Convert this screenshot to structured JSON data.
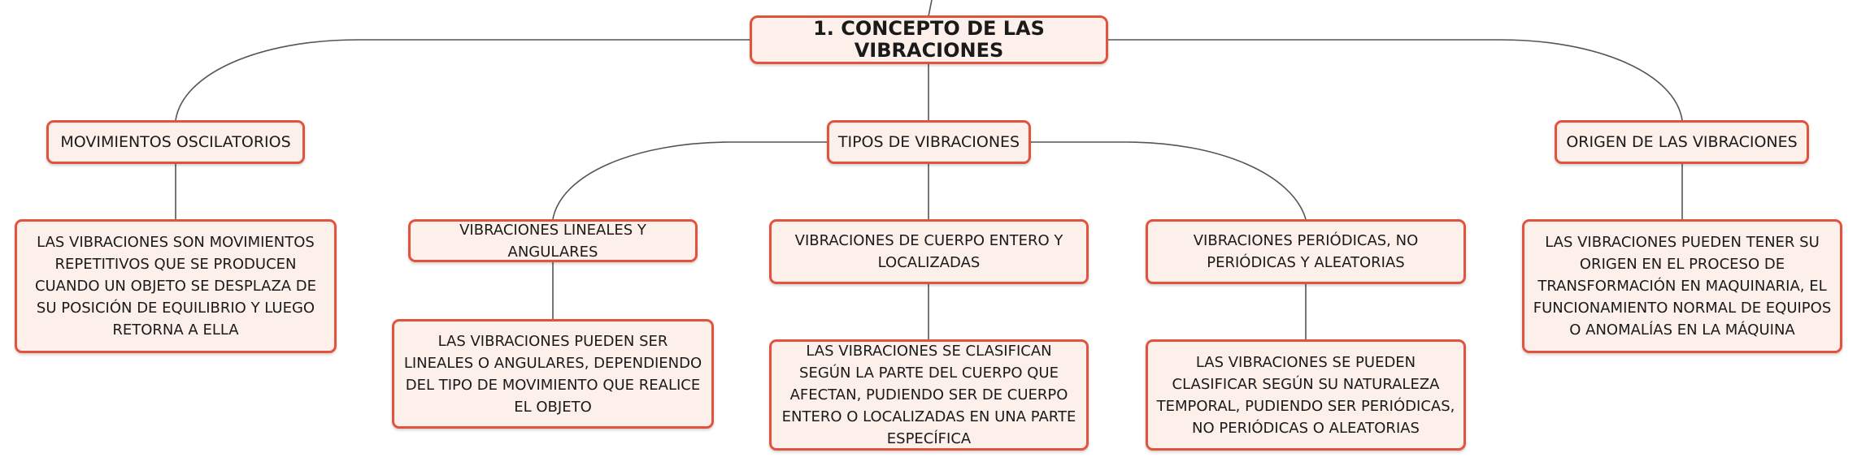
{
  "colors": {
    "node_fill": "#fdf0eb",
    "node_border": "#e2533d",
    "connector": "#555555"
  },
  "root": {
    "label": "1. CONCEPTO DE LAS VIBRACIONES"
  },
  "branches": {
    "movimientos": {
      "label": "MOVIMIENTOS OSCILATORIOS",
      "detail": "LAS VIBRACIONES SON MOVIMIENTOS REPETITIVOS QUE SE PRODUCEN CUANDO UN OBJETO SE DESPLAZA DE SU POSICIÓN DE EQUILIBRIO Y LUEGO RETORNA A ELLA"
    },
    "tipos": {
      "label": "TIPOS DE VIBRACIONES",
      "children": {
        "lineales": {
          "label": "VIBRACIONES LINEALES Y ANGULARES",
          "detail": "LAS VIBRACIONES PUEDEN SER LINEALES O ANGULARES, DEPENDIENDO DEL TIPO DE MOVIMIENTO QUE REALICE EL OBJETO"
        },
        "cuerpo": {
          "label": "VIBRACIONES DE CUERPO ENTERO Y LOCALIZADAS",
          "detail": "LAS VIBRACIONES SE CLASIFICAN SEGÚN LA PARTE DEL CUERPO QUE AFECTAN, PUDIENDO SER DE CUERPO ENTERO O LOCALIZADAS EN UNA PARTE ESPECÍFICA"
        },
        "periodicas": {
          "label": "VIBRACIONES PERIÓDICAS, NO PERIÓDICAS Y ALEATORIAS",
          "detail": "LAS VIBRACIONES SE PUEDEN CLASIFICAR SEGÚN SU NATURALEZA TEMPORAL, PUDIENDO SER PERIÓDICAS, NO PERIÓDICAS O ALEATORIAS"
        }
      }
    },
    "origen": {
      "label": "ORIGEN DE LAS VIBRACIONES",
      "detail": "LAS VIBRACIONES PUEDEN TENER SU ORIGEN EN EL PROCESO DE TRANSFORMACIÓN EN MAQUINARIA, EL FUNCIONAMIENTO NORMAL DE EQUIPOS O ANOMALÍAS EN LA MÁQUINA"
    }
  }
}
